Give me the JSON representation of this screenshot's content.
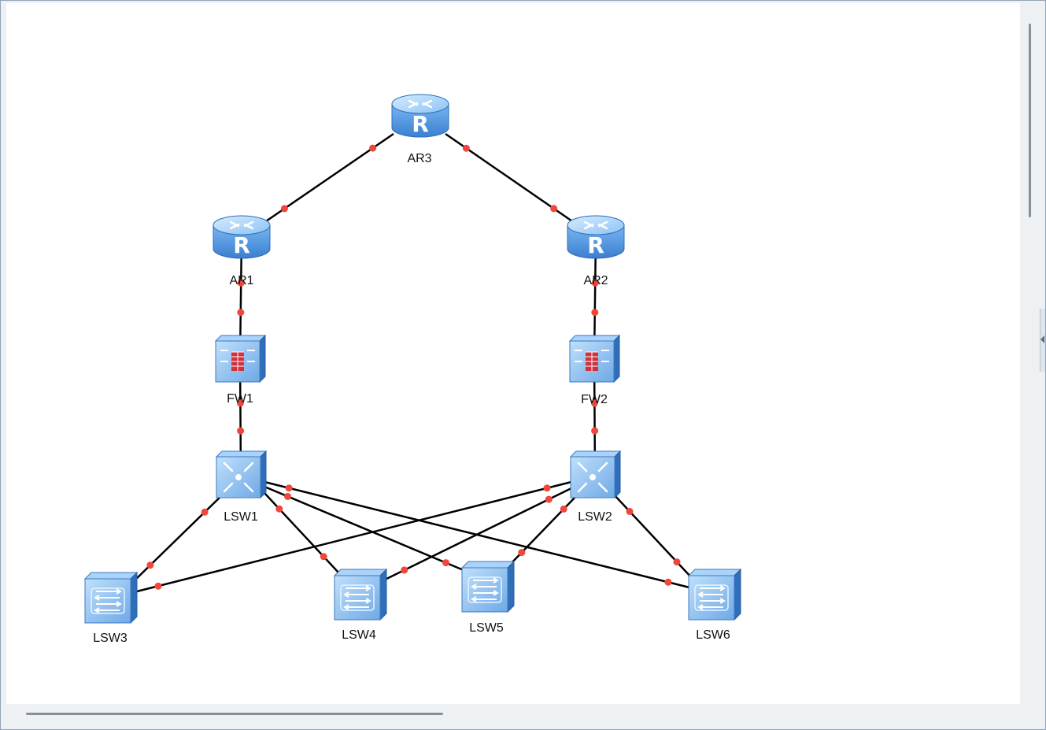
{
  "devices": [
    {
      "id": "AR3",
      "kind": "router",
      "label": "AR3"
    },
    {
      "id": "AR1",
      "kind": "router",
      "label": "AR1"
    },
    {
      "id": "AR2",
      "kind": "router",
      "label": "AR2"
    },
    {
      "id": "FW1",
      "kind": "firewall",
      "label": "FW1"
    },
    {
      "id": "FW2",
      "kind": "firewall",
      "label": "FW2"
    },
    {
      "id": "LSW1",
      "kind": "core-switch",
      "label": "LSW1"
    },
    {
      "id": "LSW2",
      "kind": "core-switch",
      "label": "LSW2"
    },
    {
      "id": "LSW3",
      "kind": "access-switch",
      "label": "LSW3"
    },
    {
      "id": "LSW4",
      "kind": "access-switch",
      "label": "LSW4"
    },
    {
      "id": "LSW5",
      "kind": "access-switch",
      "label": "LSW5"
    },
    {
      "id": "LSW6",
      "kind": "access-switch",
      "label": "LSW6"
    }
  ],
  "links": [
    {
      "from": "AR3",
      "to": "AR1"
    },
    {
      "from": "AR3",
      "to": "AR2"
    },
    {
      "from": "AR1",
      "to": "FW1"
    },
    {
      "from": "AR2",
      "to": "FW2"
    },
    {
      "from": "FW1",
      "to": "LSW1"
    },
    {
      "from": "FW2",
      "to": "LSW2"
    },
    {
      "from": "LSW1",
      "to": "LSW3"
    },
    {
      "from": "LSW1",
      "to": "LSW4"
    },
    {
      "from": "LSW1",
      "to": "LSW5"
    },
    {
      "from": "LSW1",
      "to": "LSW6"
    },
    {
      "from": "LSW2",
      "to": "LSW3"
    },
    {
      "from": "LSW2",
      "to": "LSW4"
    },
    {
      "from": "LSW2",
      "to": "LSW5"
    },
    {
      "from": "LSW2",
      "to": "LSW6"
    }
  ],
  "colors": {
    "link": "#000000",
    "port": "#f0463c",
    "device_blue": "#5e9ee0",
    "firewall_brick": "#d0323c"
  },
  "icons": {
    "router": "router-icon",
    "firewall": "firewall-icon",
    "core-switch": "core-switch-icon",
    "access-switch": "switch-icon"
  }
}
